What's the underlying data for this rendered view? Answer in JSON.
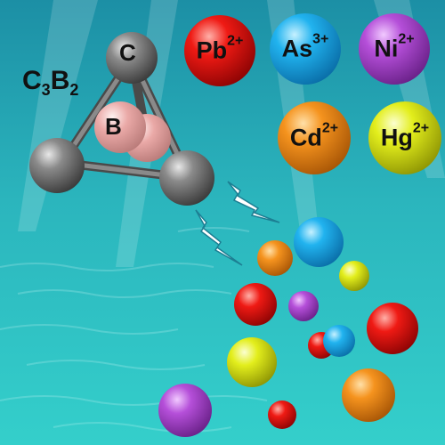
{
  "formula": {
    "main": "C",
    "sub1": "3",
    "main2": "B",
    "sub2": "2"
  },
  "atoms": {
    "carbon_label": "C",
    "boron_label": "B"
  },
  "ions": [
    {
      "symbol": "Pb",
      "charge": "2+",
      "color": "#e01010"
    },
    {
      "symbol": "As",
      "charge": "3+",
      "color": "#1aa6e8"
    },
    {
      "symbol": "Ni",
      "charge": "2+",
      "color": "#b34fd6"
    },
    {
      "symbol": "Cd",
      "charge": "2+",
      "color": "#f3911f"
    },
    {
      "symbol": "Hg",
      "charge": "2+",
      "color": "#e3ec1e"
    }
  ],
  "colors": {
    "water_top": "#2fb0b8",
    "water_bottom": "#25c2c4",
    "carbon": "#6d6d6d",
    "boron": "#e9aaa8",
    "lightning": "#ffffff"
  }
}
